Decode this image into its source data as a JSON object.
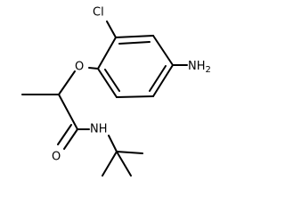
{
  "molecule": {
    "atoms": {
      "cl": "Cl",
      "o_ether": "O",
      "nh2": "NH",
      "nh2_subscript": "2",
      "o_carbonyl": "O",
      "nh_amide": "NH"
    }
  },
  "colors": {
    "bond": "#000000",
    "label": "#000000",
    "background": "#ffffff"
  }
}
